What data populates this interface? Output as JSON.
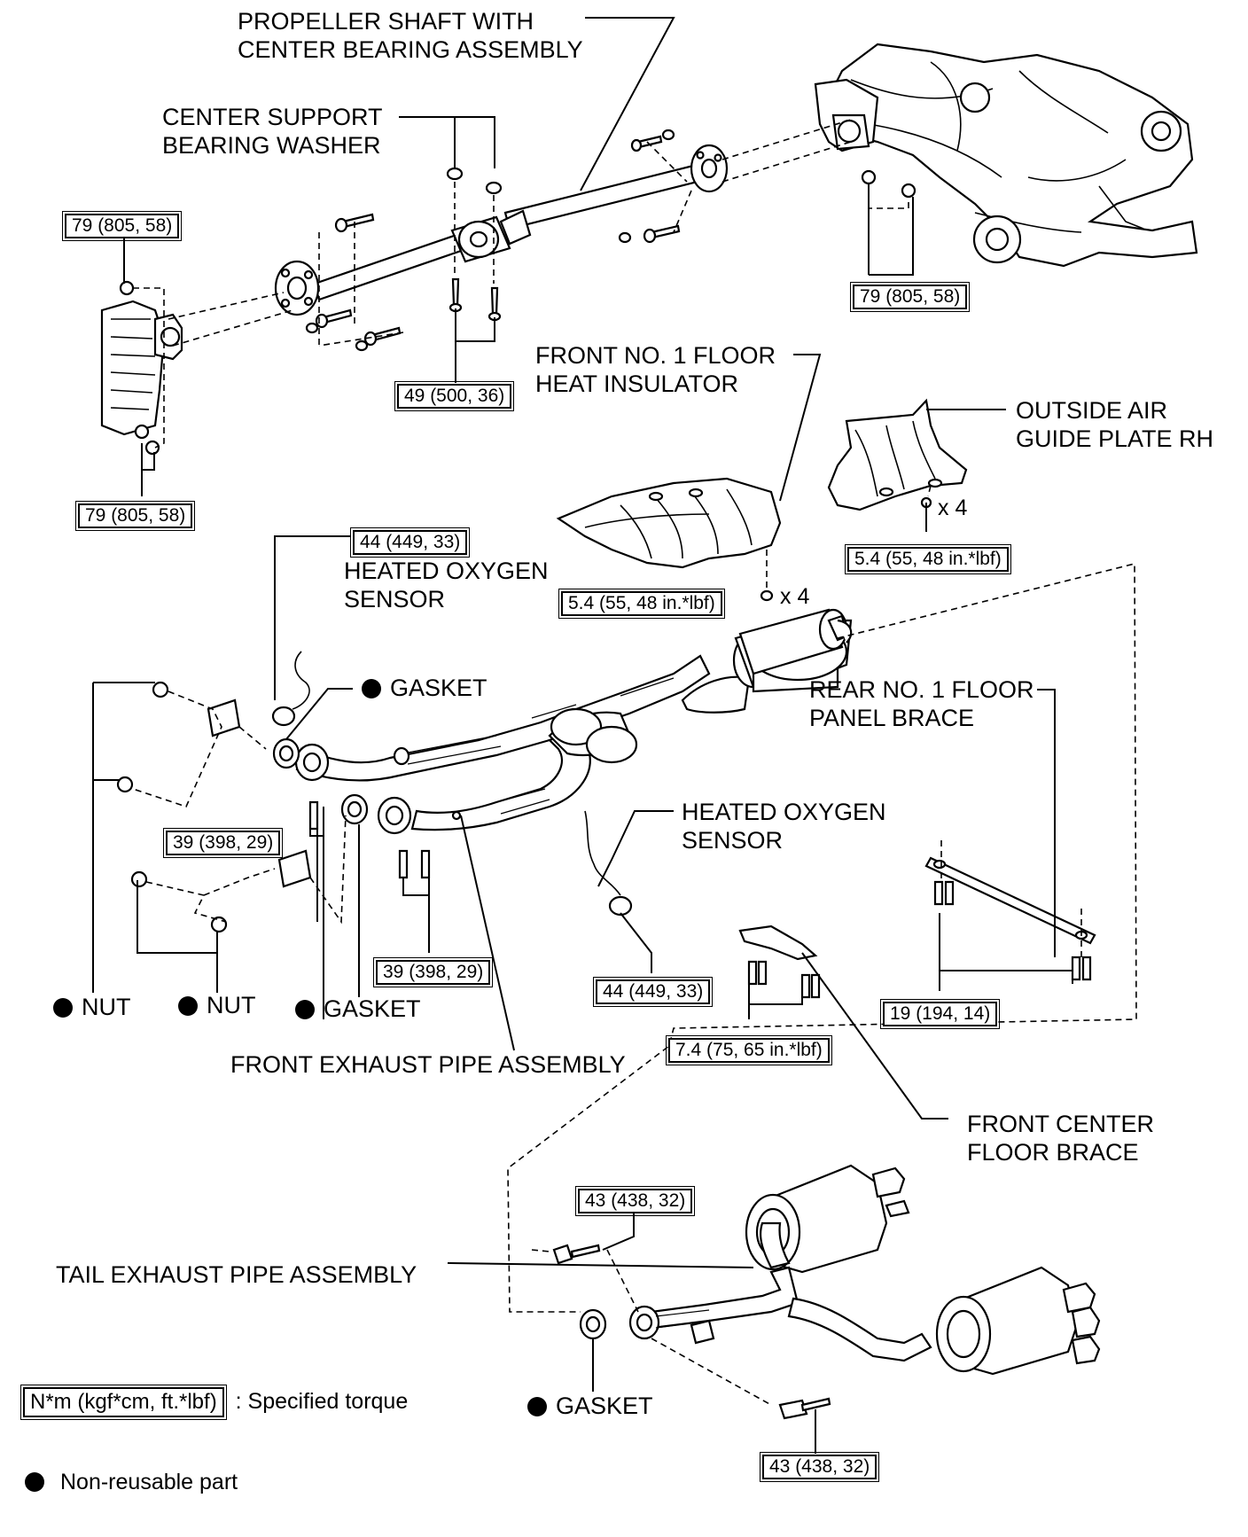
{
  "labels": {
    "propeller_shaft": [
      "PROPELLER SHAFT WITH",
      "CENTER BEARING ASSEMBLY"
    ],
    "center_support_washer": [
      "CENTER SUPPORT",
      "BEARING WASHER"
    ],
    "front_floor_insulator": [
      "FRONT NO. 1 FLOOR",
      "HEAT INSULATOR"
    ],
    "outside_air_guide": [
      "OUTSIDE AIR",
      "GUIDE PLATE RH"
    ],
    "heated_oxygen_sensor_1": [
      "HEATED OXYGEN",
      "SENSOR"
    ],
    "heated_oxygen_sensor_2": [
      "HEATED OXYGEN",
      "SENSOR"
    ],
    "rear_floor_brace": [
      "REAR NO. 1 FLOOR",
      "PANEL BRACE"
    ],
    "front_center_brace": [
      "FRONT CENTER",
      "FLOOR BRACE"
    ],
    "front_exhaust_pipe": "FRONT EXHAUST PIPE ASSEMBLY",
    "tail_exhaust_pipe": "TAIL EXHAUST PIPE ASSEMBLY",
    "gasket_1": "GASKET",
    "gasket_2": "GASKET",
    "gasket_3": "GASKET",
    "nut_1": "NUT",
    "nut_2": "NUT",
    "qty_1": "x 4",
    "qty_2": "x 4"
  },
  "torques": {
    "t_79_top_left": "79 (805, 58)",
    "t_79_right": "79 (805, 58)",
    "t_79_bottom_left": "79 (805, 58)",
    "t_49": "49 (500, 36)",
    "t_44_top": "44 (449, 33)",
    "t_44_mid": "44 (449, 33)",
    "t_54_insulator": "5.4 (55, 48 in.*lbf)",
    "t_54_plate": "5.4 (55, 48 in.*lbf)",
    "t_39_left": "39 (398, 29)",
    "t_39_mid": "39 (398, 29)",
    "t_74": "7.4 (75, 65 in.*lbf)",
    "t_19": "19 (194, 14)",
    "t_43_top": "43 (438, 32)",
    "t_43_bottom": "43 (438, 32)"
  },
  "legend": {
    "torque_box": "N*m (kgf*cm, ft.*lbf)",
    "torque_text": ": Specified torque",
    "nonreusable_text": "Non-reusable part"
  }
}
